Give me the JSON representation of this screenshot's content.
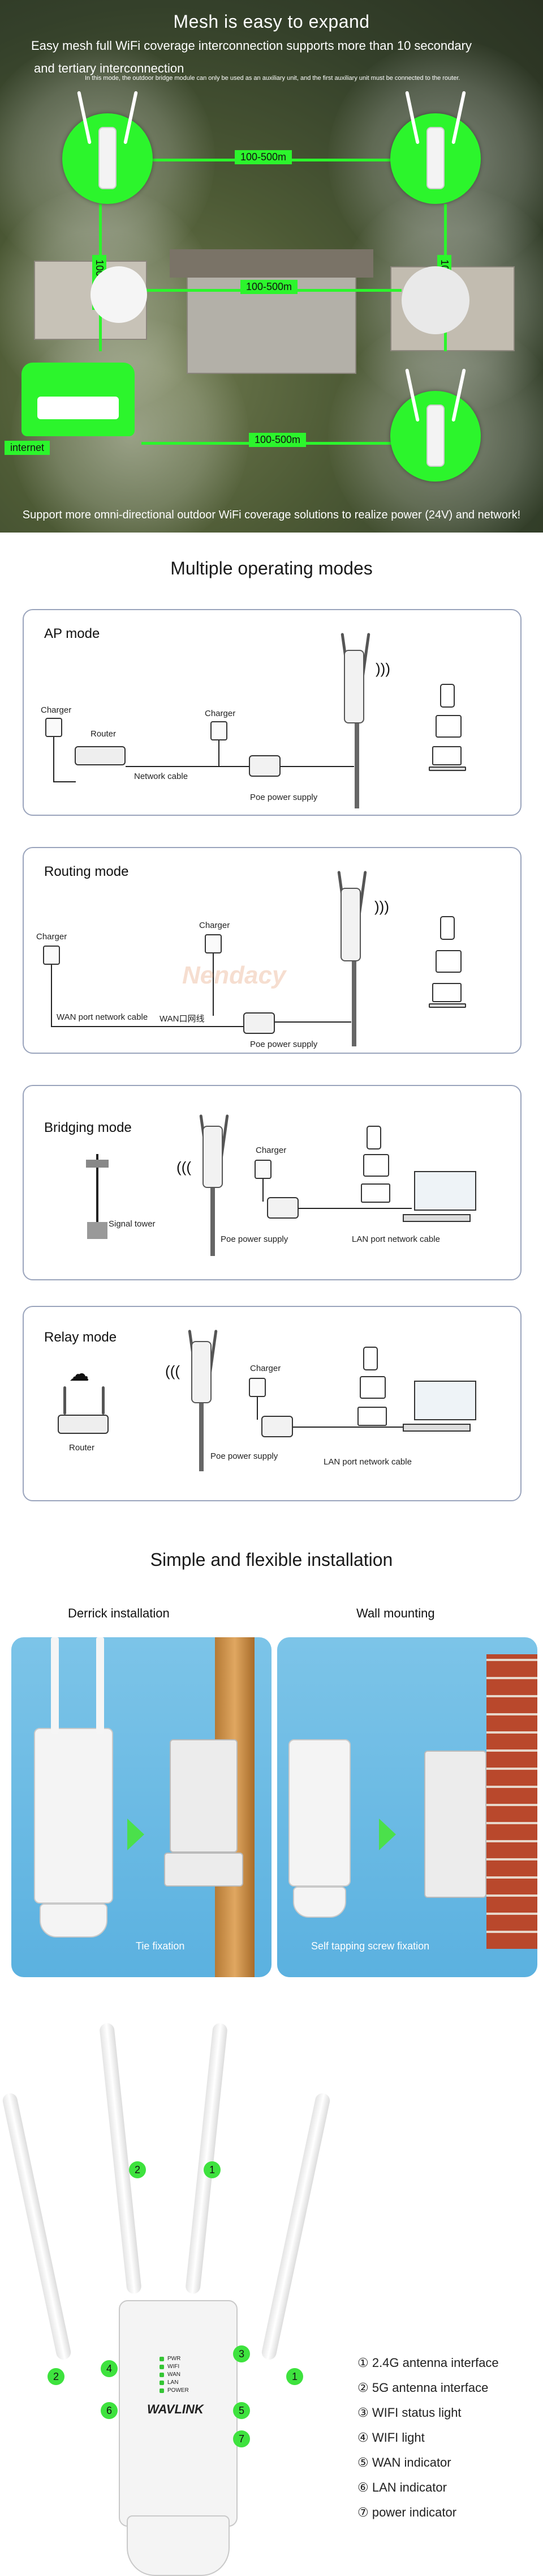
{
  "mesh": {
    "title": "Mesh is easy to expand",
    "subtitle_line1": "Easy mesh full WiFi coverage interconnection supports more than 10 secondary",
    "subtitle_line2": "and tertiary interconnection",
    "note": "In this mode, the outdoor bridge module can only be used as an auxiliary unit, and the first auxiliary unit must be connected to the router.",
    "distance_labels": [
      "100-500m",
      "100-500m",
      "100-500m",
      "100-500m",
      "100-500m"
    ],
    "internet_label": "internet",
    "footer": "Support more omni-directional outdoor WiFi coverage solutions to realize power (24V) and network!",
    "accent": "#2cf52c"
  },
  "modes": {
    "heading": "Multiple operating modes",
    "ap": {
      "title": "AP mode",
      "charger_left": "Charger",
      "router": "Router",
      "charger_mid": "Charger",
      "network_cable": "Network cable",
      "poe": "Poe power supply"
    },
    "routing": {
      "title": "Routing mode",
      "charger_left": "Charger",
      "charger_mid": "Charger",
      "wan_cable": "WAN port network cable",
      "wan_cn": "WAN口网线",
      "poe": "Poe power supply"
    },
    "bridging": {
      "title": "Bridging mode",
      "signal_tower": "Signal tower",
      "charger": "Charger",
      "poe": "Poe power supply",
      "lan_cable": "LAN port network cable"
    },
    "relay": {
      "title": "Relay mode",
      "router": "Router",
      "charger": "Charger",
      "poe": "Poe power supply",
      "lan_cable": "LAN port network cable"
    },
    "watermark": "Nendacy"
  },
  "install": {
    "heading": "Simple and flexible installation",
    "derrick": {
      "title": "Derrick installation",
      "caption": "Tie fixation"
    },
    "wall": {
      "title": "Wall mounting",
      "caption": "Self tapping screw fixation"
    }
  },
  "device": {
    "brand": "WAVLINK",
    "led_labels": [
      "PWR",
      "WIFI",
      "WAN",
      "LAN",
      "POWER"
    ],
    "badges": [
      "2",
      "1",
      "3",
      "4",
      "6",
      "5",
      "7",
      "2",
      "1"
    ],
    "legend": [
      "① 2.4G antenna interface",
      "② 5G antenna interface",
      "③ WIFI status light",
      "④ WIFI light",
      "⑤ WAN indicator",
      "⑥ LAN indicator",
      "⑦ power indicator"
    ]
  }
}
